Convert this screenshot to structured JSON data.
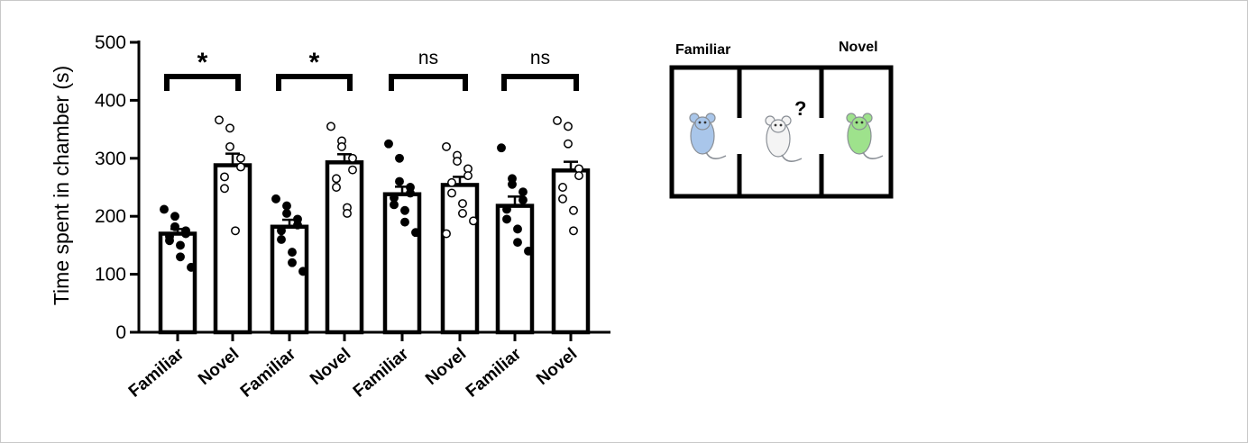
{
  "chart_data": {
    "type": "bar",
    "ylabel": "Time spent in chamber (s)",
    "ylim": [
      0,
      500
    ],
    "yticks": [
      0,
      100,
      200,
      300,
      400,
      500
    ],
    "error_bars": "SEM",
    "categories": [
      "Familiar",
      "Novel",
      "Familiar",
      "Novel",
      "Familiar",
      "Novel",
      "Familiar",
      "Novel"
    ],
    "values": [
      170,
      288,
      182,
      293,
      238,
      254,
      218,
      279
    ],
    "errors": [
      8,
      20,
      12,
      14,
      13,
      14,
      16,
      15
    ],
    "marker": [
      "filled",
      "open",
      "filled",
      "open",
      "filled",
      "open",
      "filled",
      "open"
    ],
    "points": [
      [
        212,
        200,
        182,
        175,
        170,
        165,
        158,
        150,
        130,
        112
      ],
      [
        366,
        352,
        320,
        300,
        285,
        268,
        248,
        175
      ],
      [
        230,
        218,
        205,
        195,
        185,
        175,
        160,
        138,
        120,
        105
      ],
      [
        355,
        330,
        320,
        300,
        280,
        265,
        250,
        215,
        205
      ],
      [
        325,
        300,
        260,
        250,
        240,
        232,
        220,
        210,
        190,
        172
      ],
      [
        320,
        305,
        295,
        282,
        270,
        258,
        240,
        222,
        205,
        192,
        170
      ],
      [
        318,
        265,
        255,
        242,
        228,
        212,
        195,
        178,
        155,
        140
      ],
      [
        365,
        355,
        325,
        282,
        270,
        250,
        230,
        210,
        175
      ]
    ],
    "comparisons": [
      {
        "pair": [
          0,
          1
        ],
        "label": "*"
      },
      {
        "pair": [
          2,
          3
        ],
        "label": "*"
      },
      {
        "pair": [
          4,
          5
        ],
        "label": "ns"
      },
      {
        "pair": [
          6,
          7
        ],
        "label": "ns"
      }
    ]
  },
  "diagram": {
    "left_label": "Familiar",
    "right_label": "Novel",
    "center_mark": "?",
    "colors": {
      "familiar_mouse": "#a9c6ea",
      "center_mouse": "#f4f4f4",
      "novel_mouse": "#9ee28c"
    }
  }
}
